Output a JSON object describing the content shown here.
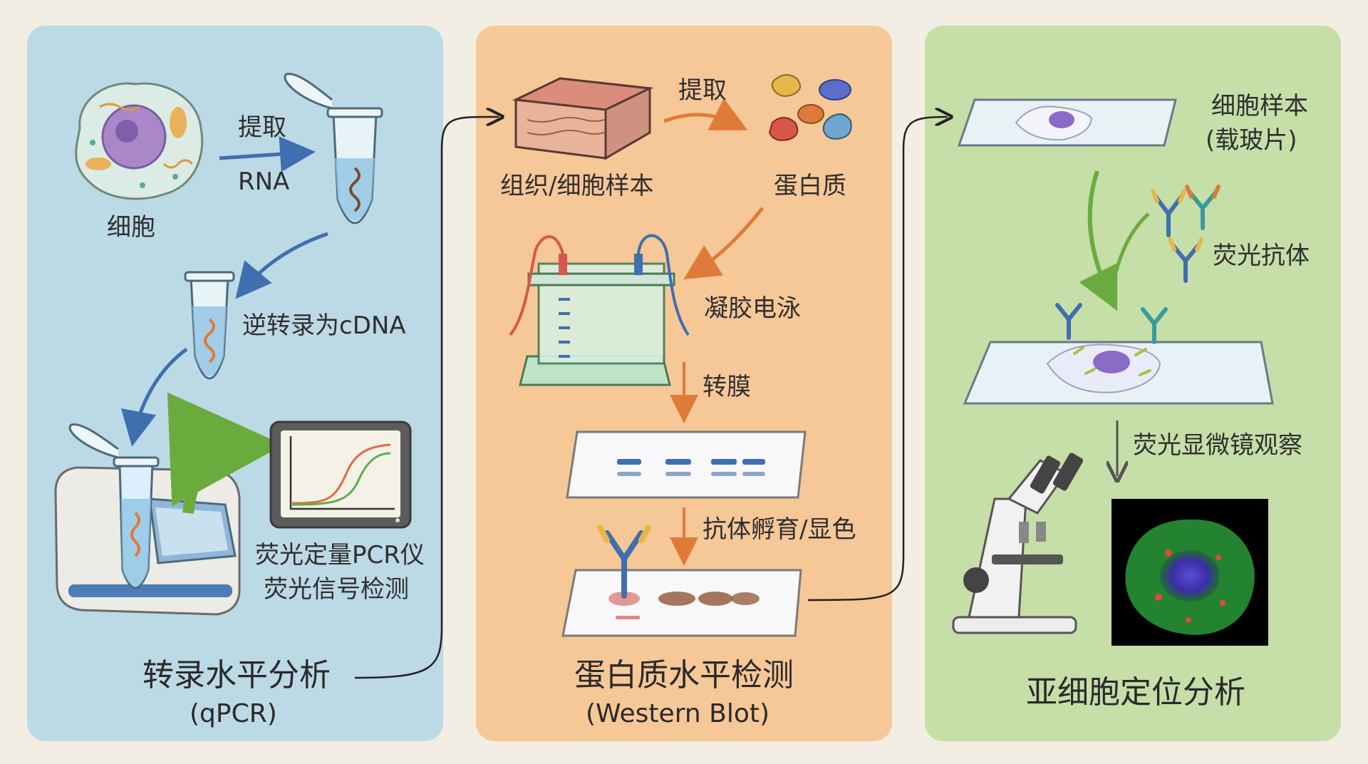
{
  "panels": {
    "transcription": {
      "title": "转录水平分析",
      "subtitle": "(qPCR)",
      "labels": {
        "cell": "细胞",
        "extract": "提取",
        "rna": "RNA",
        "reverse": "逆转录为cDNA",
        "instrument_1": "荧光定量PCR仪",
        "instrument_2": "荧光信号检测"
      }
    },
    "protein": {
      "title": "蛋白质水平检测",
      "subtitle": "(Western Blot)",
      "labels": {
        "sample": "组织/细胞样本",
        "extract": "提取",
        "protein": "蛋白质",
        "gel": "凝胶电泳",
        "transfer": "转膜",
        "antibody": "抗体孵育/显色"
      }
    },
    "localization": {
      "title": "亚细胞定位分析",
      "labels": {
        "sample_1": "细胞样本",
        "sample_2": "(载玻片)",
        "antibody": "荧光抗体",
        "microscope": "荧光显微镜观察"
      }
    }
  },
  "colors": {
    "panel_blue": "#bcd9e6",
    "panel_orange": "#f6c797",
    "panel_green": "#c6dea8",
    "arrow_blue": "#3f6fae",
    "arrow_orange": "#e07a3a",
    "arrow_green": "#6bab3e"
  }
}
